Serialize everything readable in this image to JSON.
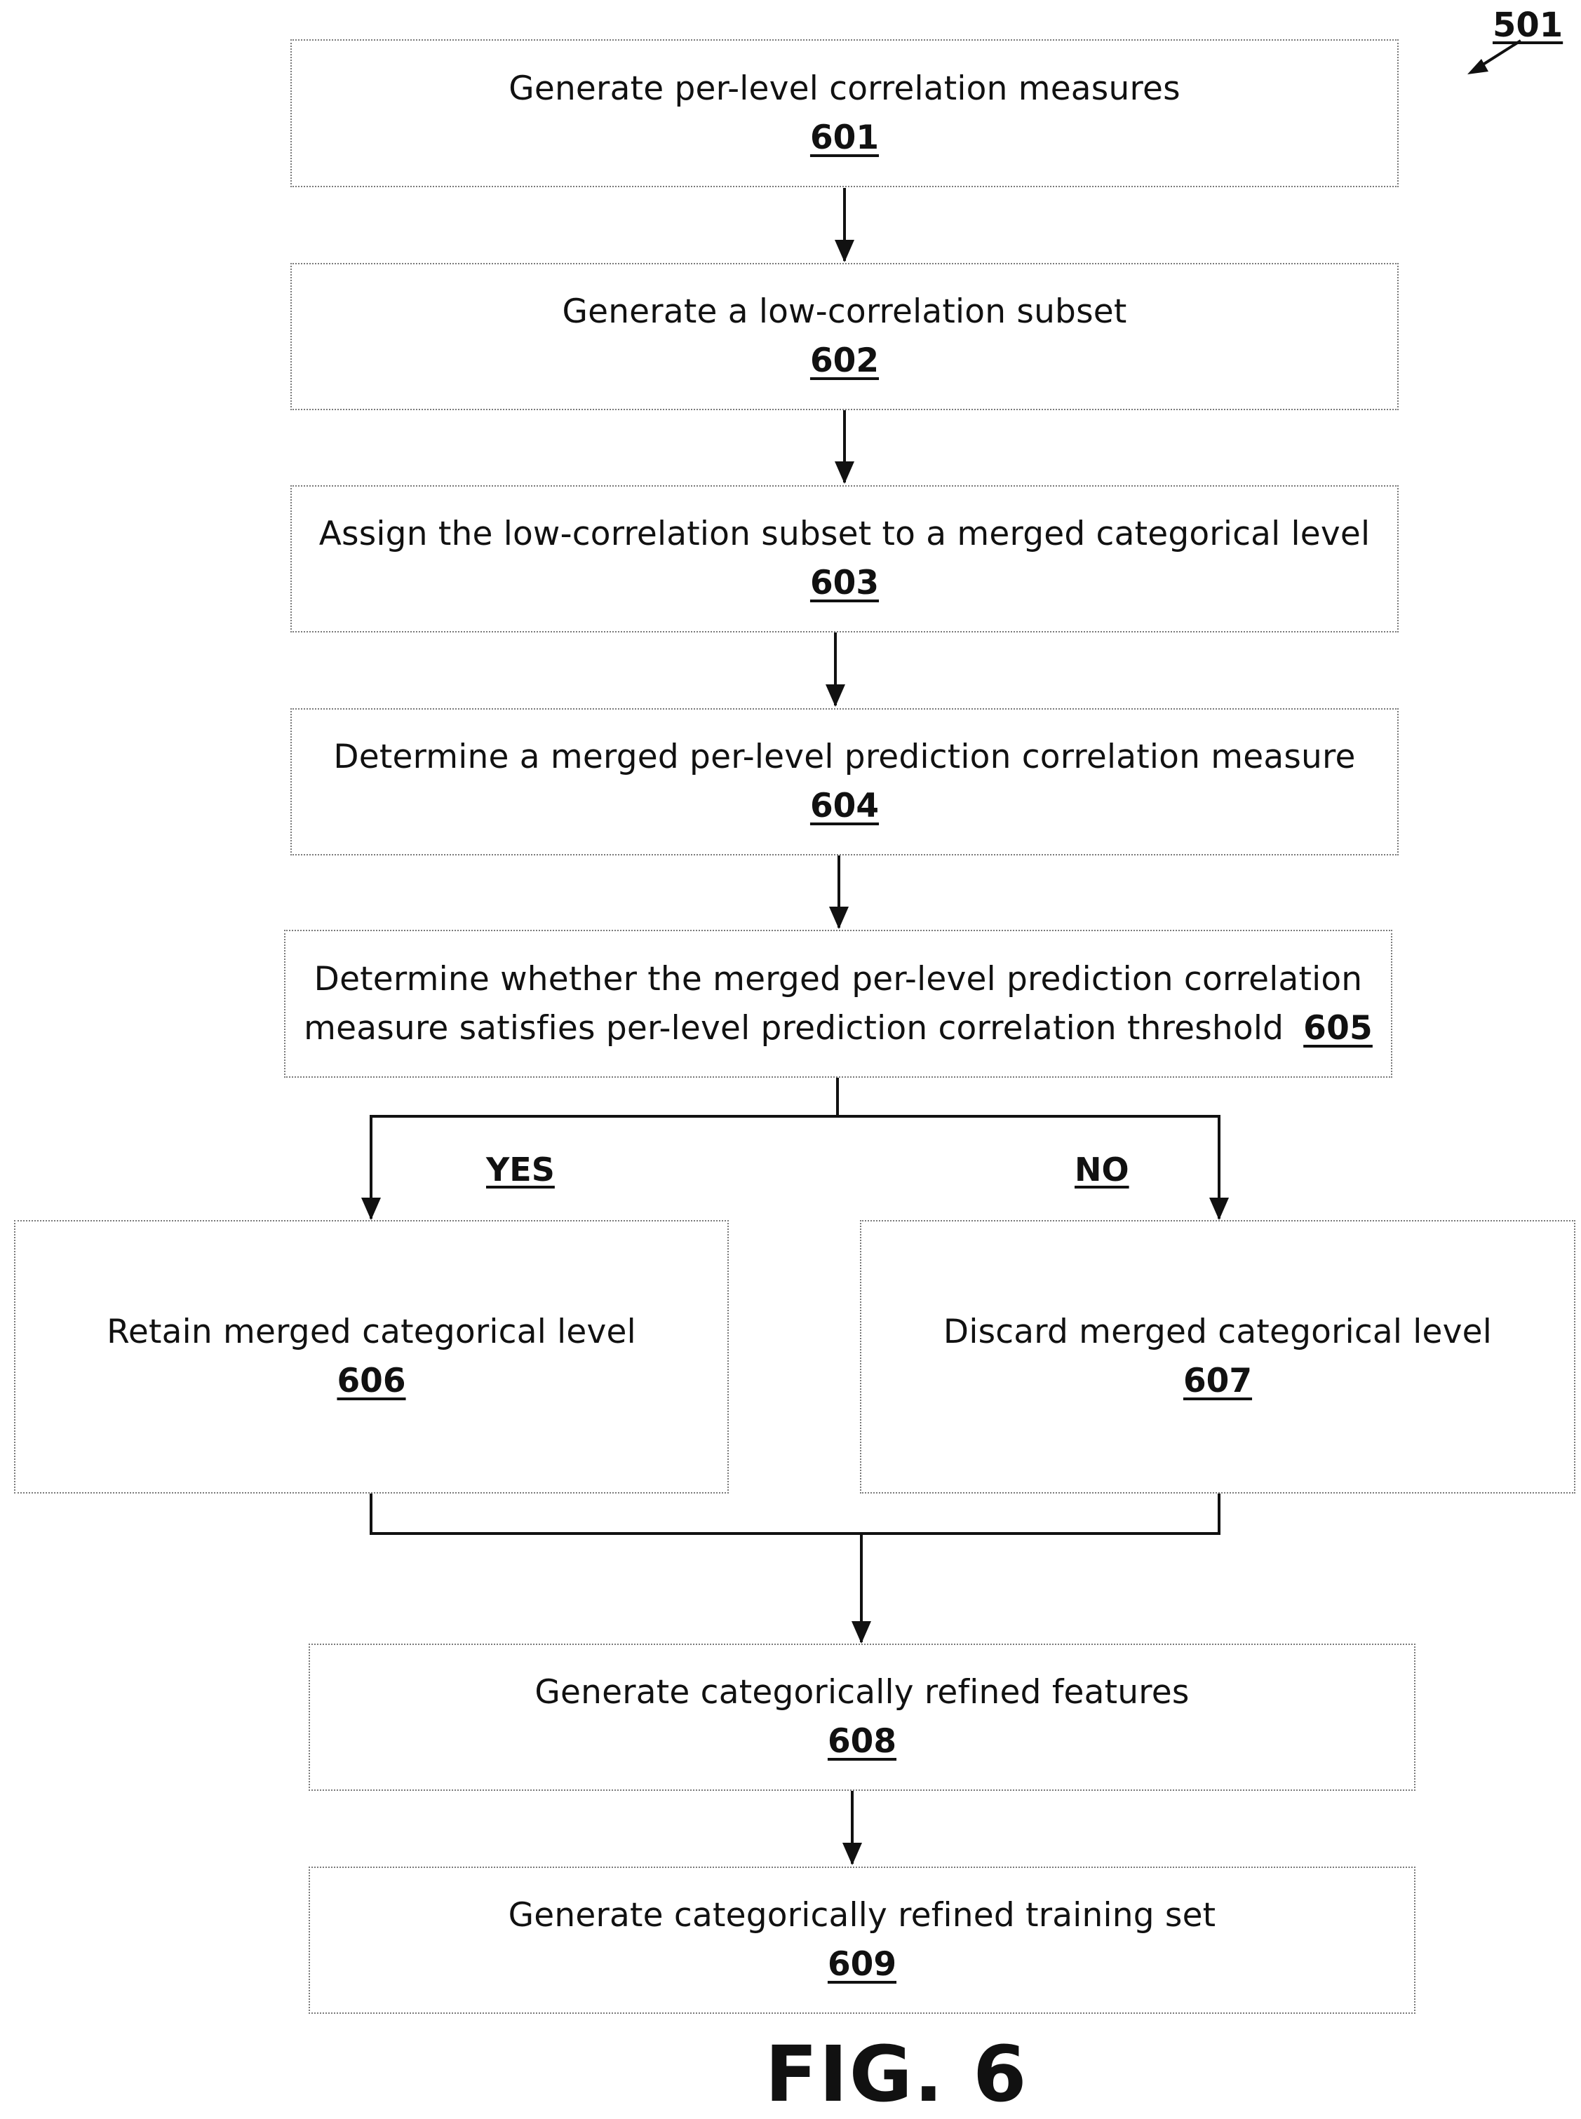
{
  "figure_ref": "501",
  "figure_title": "FIG. 6",
  "steps": {
    "s601": {
      "text": "Generate per-level correlation measures",
      "ref": "601"
    },
    "s602": {
      "text": "Generate a low-correlation subset",
      "ref": "602"
    },
    "s603": {
      "text": "Assign the low-correlation subset to a merged categorical level",
      "ref": "603"
    },
    "s604": {
      "text": "Determine a merged per-level prediction correlation measure",
      "ref": "604"
    },
    "s605": {
      "line1": "Determine whether the merged per-level prediction correlation",
      "line2": "measure satisfies per-level prediction correlation threshold",
      "ref": "605"
    },
    "s606": {
      "text": "Retain merged categorical level",
      "ref": "606"
    },
    "s607": {
      "text": "Discard merged categorical level",
      "ref": "607"
    },
    "s608": {
      "text": "Generate categorically refined features",
      "ref": "608"
    },
    "s609": {
      "text": "Generate categorically refined training set",
      "ref": "609"
    }
  },
  "branches": {
    "yes": "YES",
    "no": "NO"
  }
}
